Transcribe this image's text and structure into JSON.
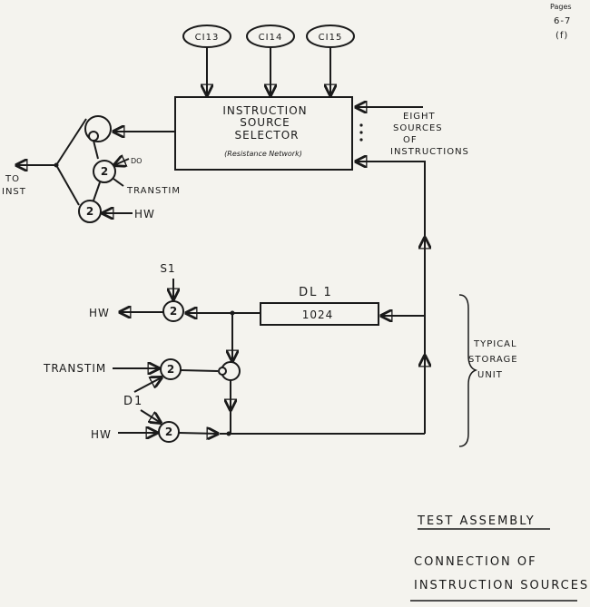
{
  "pages_note": [
    "Pages",
    "6-7",
    "(f)"
  ],
  "control_inputs": [
    "CI13",
    "CI14",
    "CI15"
  ],
  "selector": {
    "lines": [
      "INSTRUCTION",
      "SOURCE",
      "SELECTOR"
    ],
    "subtitle": "(Resistance Network)"
  },
  "eight_sources": [
    "EIGHT",
    "SOURCES",
    "OF",
    "INSTRUCTIONS"
  ],
  "left_labels": {
    "to_inst": [
      "TO",
      "INST"
    ],
    "do": "DO",
    "transtim": "TRANSTIM",
    "hw": "HW",
    "gate": "2"
  },
  "storage": {
    "s1": "S1",
    "hw_out": "HW",
    "dl_title": "DL 1",
    "dl_value": "1024",
    "transtim": "TRANSTIM",
    "d1": "D1",
    "hw_in": "HW",
    "gate": "2",
    "typical": [
      "TYPICAL",
      "STORAGE",
      "UNIT"
    ]
  },
  "caption": {
    "title": "TEST ASSEMBLY",
    "line1": "CONNECTION OF",
    "line2": "INSTRUCTION SOURCES"
  }
}
